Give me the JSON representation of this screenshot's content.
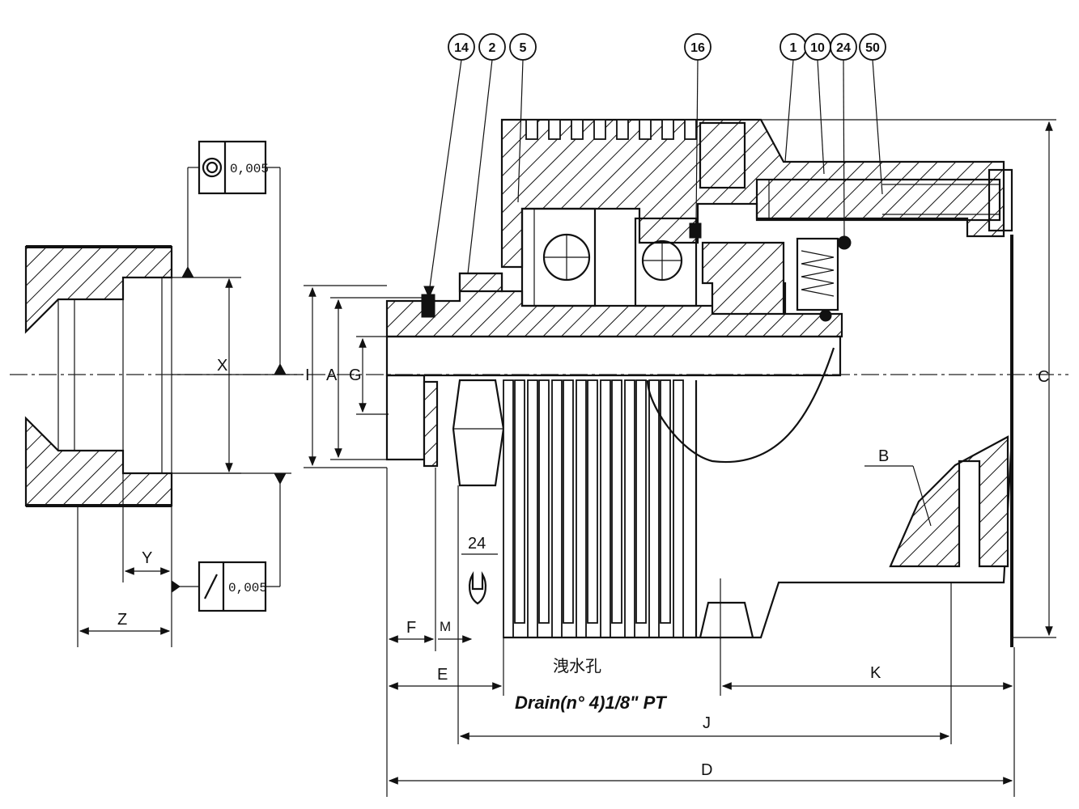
{
  "tolerance_frames": {
    "concentricity": {
      "symbol": "concentricity-icon",
      "value": "0,005"
    },
    "runout": {
      "symbol": "runout-icon",
      "value": "0,005"
    }
  },
  "detail_dims": {
    "x": "X",
    "y": "Y",
    "z": "Z"
  },
  "balloons": [
    "14",
    "2",
    "5",
    "16",
    "1",
    "10",
    "24",
    "50"
  ],
  "dims": {
    "a": "A",
    "g": "G",
    "i": "I",
    "c": "C",
    "b": "B",
    "f": "F",
    "m": "M",
    "e": "E",
    "k": "K",
    "j": "J",
    "d": "D"
  },
  "wrench_size": "24",
  "drain_note_cn": "洩水孔",
  "drain_note": "Drain(n° 4)1/8\" PT"
}
